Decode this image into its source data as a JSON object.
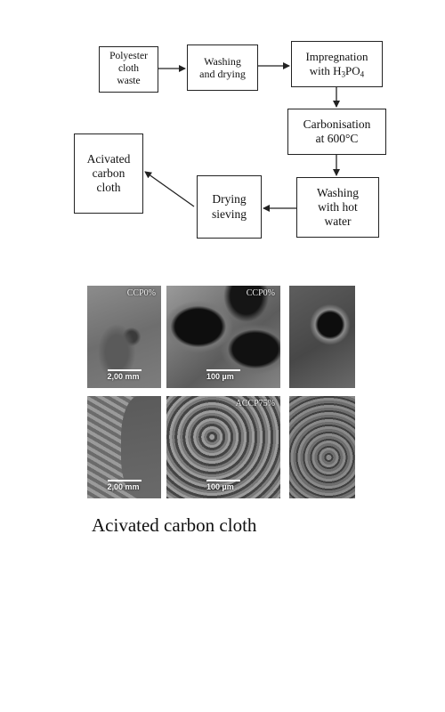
{
  "flowchart": {
    "steps": [
      {
        "id": "b1",
        "label": "Polyester\ncloth\nwaste"
      },
      {
        "id": "b2",
        "label": "Washing\nand drying"
      },
      {
        "id": "b3",
        "label_line1": "Impregnation",
        "label_line2_prefix": "with H",
        "sub1": "3",
        "mid": "PO",
        "sub2": "4"
      },
      {
        "id": "b4",
        "label": "Carbonisation\nat 600°C"
      },
      {
        "id": "b5",
        "label": "Washing\nwith hot\nwater"
      },
      {
        "id": "b6",
        "label": "Drying\nsieving"
      },
      {
        "id": "b7",
        "label": "Acivated\ncarbon\ncloth"
      }
    ]
  },
  "micrographs": [
    {
      "tag": "CCP0%",
      "scale": "2,00 mm"
    },
    {
      "tag": "CCP0%",
      "scale": "100 µm"
    },
    {
      "tag": "",
      "scale": ""
    },
    {
      "tag": "",
      "scale": "2,00 mm"
    },
    {
      "tag": "ACCP75%",
      "scale": "100 µm"
    },
    {
      "tag": "",
      "scale": ""
    }
  ],
  "caption": "Acivated carbon cloth",
  "colors": {
    "line": "#222222",
    "text": "#111111",
    "background": "#ffffff"
  }
}
